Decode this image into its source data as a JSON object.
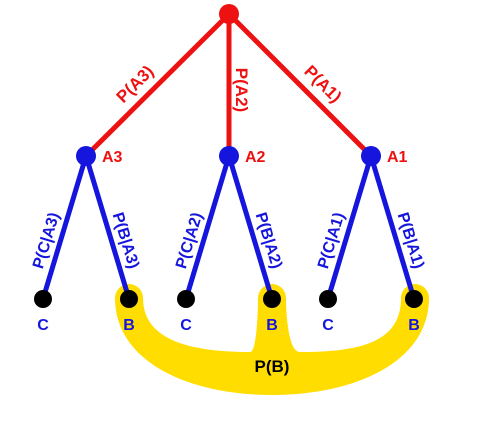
{
  "colors": {
    "root_branch": "#ee1111",
    "sub_branch": "#1515dd",
    "leaf": "#000000",
    "pb_band": "#ffdd00",
    "pb_text": "#000000",
    "background": "#ffffff"
  },
  "root_branches": [
    {
      "label": "P(A3)"
    },
    {
      "label": "P(A2)"
    },
    {
      "label": "P(A1)"
    }
  ],
  "mid_nodes": [
    {
      "label": "A3"
    },
    {
      "label": "A2"
    },
    {
      "label": "A1"
    }
  ],
  "sub_branches": [
    {
      "label": "P(C|A3)"
    },
    {
      "label": "P(B|A3)"
    },
    {
      "label": "P(C|A2)"
    },
    {
      "label": "P(B|A2)"
    },
    {
      "label": "P(C|A1)"
    },
    {
      "label": "P(B|A1)"
    }
  ],
  "leaves": [
    {
      "label": "C"
    },
    {
      "label": "B"
    },
    {
      "label": "C"
    },
    {
      "label": "B"
    },
    {
      "label": "C"
    },
    {
      "label": "B"
    }
  ],
  "union_label": "P(B)"
}
